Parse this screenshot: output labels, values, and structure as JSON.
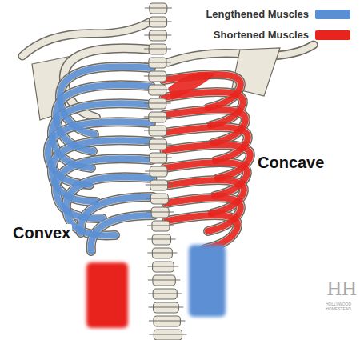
{
  "diagram": {
    "labels": [
      "Concave",
      "Convex",
      "HH",
      "HOLLYWOOD HOMESTEAD"
    ],
    "legend": [
      {
        "text": "Lengthened Muscles",
        "color": "#5b8fd4"
      },
      {
        "text": "Shortened Muscles",
        "color": "#e8241d"
      }
    ]
  }
}
